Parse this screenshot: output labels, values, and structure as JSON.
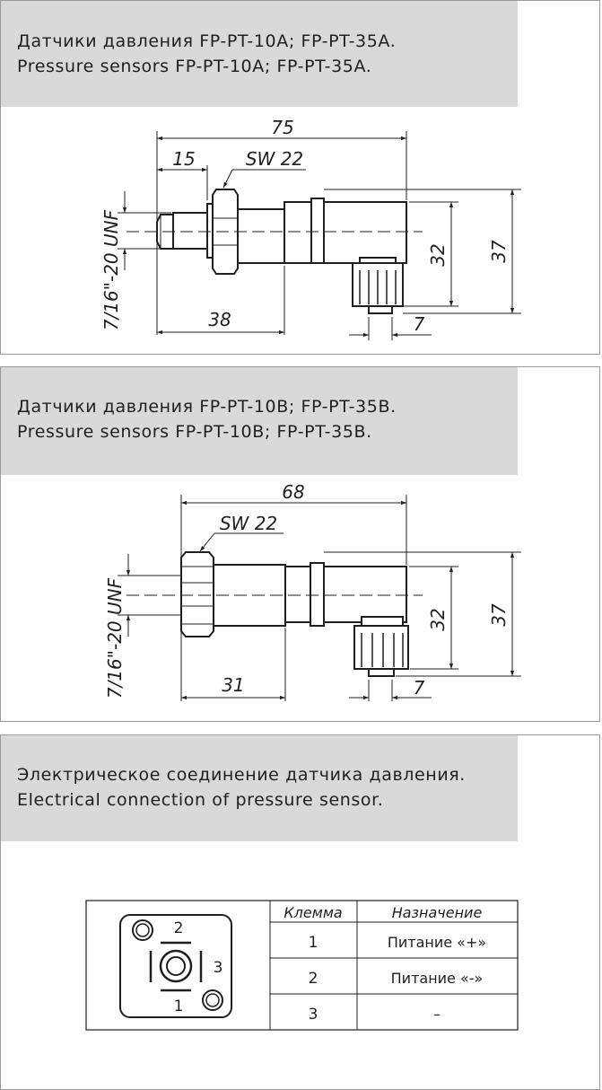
{
  "sheet1": {
    "title_ru": "Датчики давления FP-PT-10A; FP-PT-35A.",
    "title_en": "Pressure sensors FP-PT-10A; FP-PT-35A.",
    "dims": {
      "length": "75",
      "thread_len": "15",
      "wrench": "SW 22",
      "body_len": "38",
      "height_inner": "32",
      "height_outer": "37",
      "conn_width": "7",
      "thread": "7/16\"-20 UNF"
    }
  },
  "sheet2": {
    "title_ru": "Датчики давления FP-PT-10B; FP-PT-35B.",
    "title_en": "Pressure sensors FP-PT-10B; FP-PT-35B.",
    "dims": {
      "length": "68",
      "wrench": "SW 22",
      "body_len": "31",
      "height_inner": "32",
      "height_outer": "37",
      "conn_width": "7",
      "thread": "7/16\"-20 UNF"
    }
  },
  "sheet3": {
    "title_ru": "Электрическое соединение датчика давления.",
    "title_en": "Electrical connection of pressure sensor.",
    "pins": {
      "p1": "1",
      "p2": "2",
      "p3": "3"
    },
    "table": {
      "headers": [
        "Клемма",
        "Назначение"
      ],
      "rows": [
        [
          "1",
          "Питание «+»"
        ],
        [
          "2",
          "Питание «-»"
        ],
        [
          "3",
          "–"
        ]
      ]
    }
  }
}
